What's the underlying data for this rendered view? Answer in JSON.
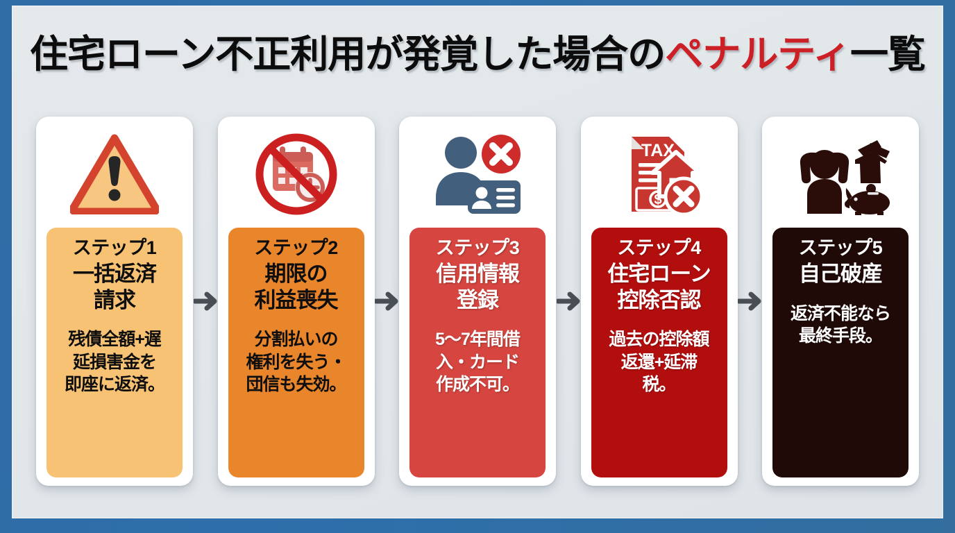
{
  "title": {
    "full": "住宅ローン不正利用が発覚した場合のペナルティ一覧",
    "lead": "住宅ローン不正利用が発覚した場合の",
    "accent": "ペナルティ",
    "tail": "一覧"
  },
  "theme": {
    "frame_blue": "#2E6DA8",
    "canvas_bg": "#E3E8EB",
    "accent_red": "#CC2027",
    "arrow_gray": "#4A4F55",
    "card_white": "#FFFFFF"
  },
  "arrow": {
    "icon": "arrow-right-icon",
    "count": 4
  },
  "steps": [
    {
      "id": "step-1",
      "icon": "warning-triangle-icon",
      "step_no": "ステップ1",
      "step_title": "一括返済\n請求",
      "step_title_lines": [
        "一括返済",
        "請求"
      ],
      "step_desc": "残債全額+遅延損害金を即座に返済。",
      "step_desc_lines": [
        "残債全額+遅",
        "延損害金を",
        "即座に返済。"
      ],
      "band_color": "#F8C274",
      "text_mode": "light"
    },
    {
      "id": "step-2",
      "icon": "no-calendar-clock-icon",
      "step_no": "ステップ2",
      "step_title": "期限の\n利益喪失",
      "step_title_lines": [
        "期限の",
        "利益喪失"
      ],
      "step_desc": "分割払いの権利を失う・団信も失効。",
      "step_desc_lines": [
        "分割払いの",
        "権利を失う・",
        "団信も失効。"
      ],
      "band_color": "#E9862C",
      "text_mode": "light"
    },
    {
      "id": "step-3",
      "icon": "person-id-reject-icon",
      "step_no": "ステップ3",
      "step_title": "信用情報\n登録",
      "step_title_lines": [
        "信用情報",
        "登録"
      ],
      "step_desc": "5〜7年間借入・カード作成不可。",
      "step_desc_lines": [
        "5〜7年間借",
        "入・カード",
        "作成不可。"
      ],
      "band_color": "#D6453F",
      "text_mode": "dark"
    },
    {
      "id": "step-4",
      "icon": "tax-house-reject-icon",
      "step_no": "ステップ4",
      "step_title": "住宅ローン\n控除否認",
      "step_title_lines": [
        "住宅ローン",
        "控除否認"
      ],
      "step_desc": "過去の控除額返還+延滞税。",
      "step_desc_lines": [
        "過去の控除額",
        "返還+延滞",
        "税。"
      ],
      "band_color": "#B30E0E",
      "text_mode": "dark"
    },
    {
      "id": "step-5",
      "icon": "bankruptcy-person-piggy-icon",
      "step_no": "ステップ5",
      "step_title": "自己破産",
      "step_title_lines": [
        "自己破産"
      ],
      "step_desc": "返済不能なら最終手段。",
      "step_desc_lines": [
        "返済不能なら",
        "最終手段。"
      ],
      "band_color": "#200A07",
      "text_mode": "dark"
    }
  ]
}
